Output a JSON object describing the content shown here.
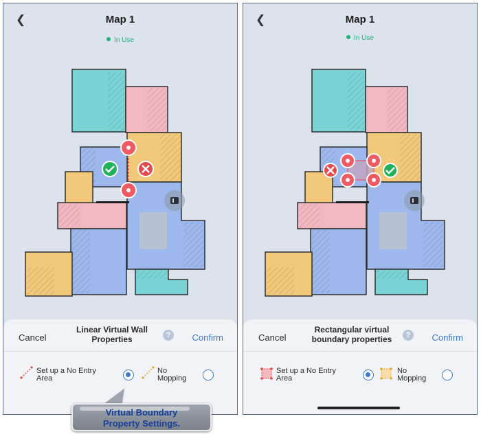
{
  "phone_left": {
    "map_title": "Map 1",
    "status": "In Use",
    "panel": {
      "cancel": "Cancel",
      "title_line1": "Linear Virtual Wall",
      "title_line2": "Properties",
      "help": "?",
      "confirm": "Confirm",
      "option1_line1": "Set up a No Entry",
      "option1_line2": "Area",
      "option2_line1": "No",
      "option2_line2": "Mopping"
    }
  },
  "phone_right": {
    "map_title": "Map 1",
    "status": "In Use",
    "panel": {
      "cancel": "Cancel",
      "title_line1": "Rectangular virtual",
      "title_line2": "boundary properties",
      "help": "?",
      "confirm": "Confirm",
      "option1_line1": "Set up a No Entry",
      "option1_line2": "Area",
      "option2_line1": "No",
      "option2_line2": "Mopping"
    }
  },
  "callout": {
    "line1": "Virtual Boundary",
    "line2": "Property Settings."
  },
  "colors": {
    "room_teal": "#7ad4d6",
    "room_pink": "#f2b8c2",
    "room_orange": "#f2c97a",
    "room_blue": "#9cb8ec",
    "accent_blue": "#3d79c9",
    "status_green": "#22b27a",
    "marker_red": "#ef5a63"
  },
  "icons": [
    "back-chevron-icon",
    "check-icon",
    "close-icon",
    "handle-icon",
    "help-icon",
    "dock-icon"
  ]
}
